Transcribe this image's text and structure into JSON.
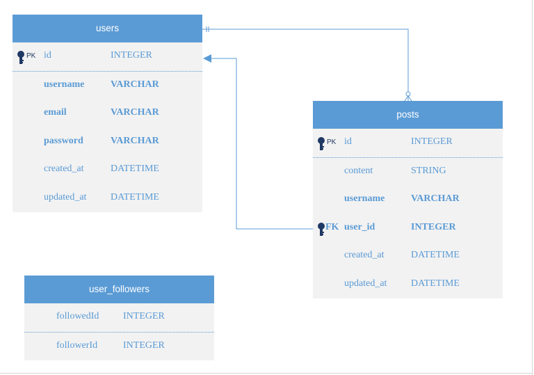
{
  "tables": {
    "users": {
      "title": "users",
      "rows": [
        {
          "key": "PK",
          "name": "id",
          "type": "INTEGER"
        },
        {
          "name": "username",
          "type": "VARCHAR"
        },
        {
          "name": "email",
          "type": "VARCHAR"
        },
        {
          "name": "password",
          "type": "VARCHAR"
        },
        {
          "name": "created_at",
          "type": "DATETIME"
        },
        {
          "name": "updated_at",
          "type": "DATETIME"
        }
      ]
    },
    "posts": {
      "title": "posts",
      "rows": [
        {
          "key": "PK",
          "name": "id",
          "type": "INTEGER"
        },
        {
          "name": "content",
          "type": "STRING"
        },
        {
          "name": "username",
          "type": "VARCHAR"
        },
        {
          "key": "FK",
          "name": "user_id",
          "type": "INTEGER"
        },
        {
          "name": "created_at",
          "type": "DATETIME"
        },
        {
          "name": "updated_at",
          "type": "DATETIME"
        }
      ]
    },
    "user_followers": {
      "title": "user_followers",
      "rows": [
        {
          "name": "followedId",
          "type": "INTEGER"
        },
        {
          "name": "followerId",
          "type": "INTEGER"
        }
      ]
    }
  },
  "relationships": [
    {
      "from": "users",
      "to": "posts",
      "from_end": "one-mandatory",
      "to_end": "zero-or-many"
    },
    {
      "from": "posts.user_id",
      "to": "users.id",
      "end": "arrow"
    }
  ],
  "colors": {
    "header": "#5b9bd5",
    "body": "#f2f2f2",
    "text": "#5b9bd5",
    "key_icon": "#1f3864"
  }
}
